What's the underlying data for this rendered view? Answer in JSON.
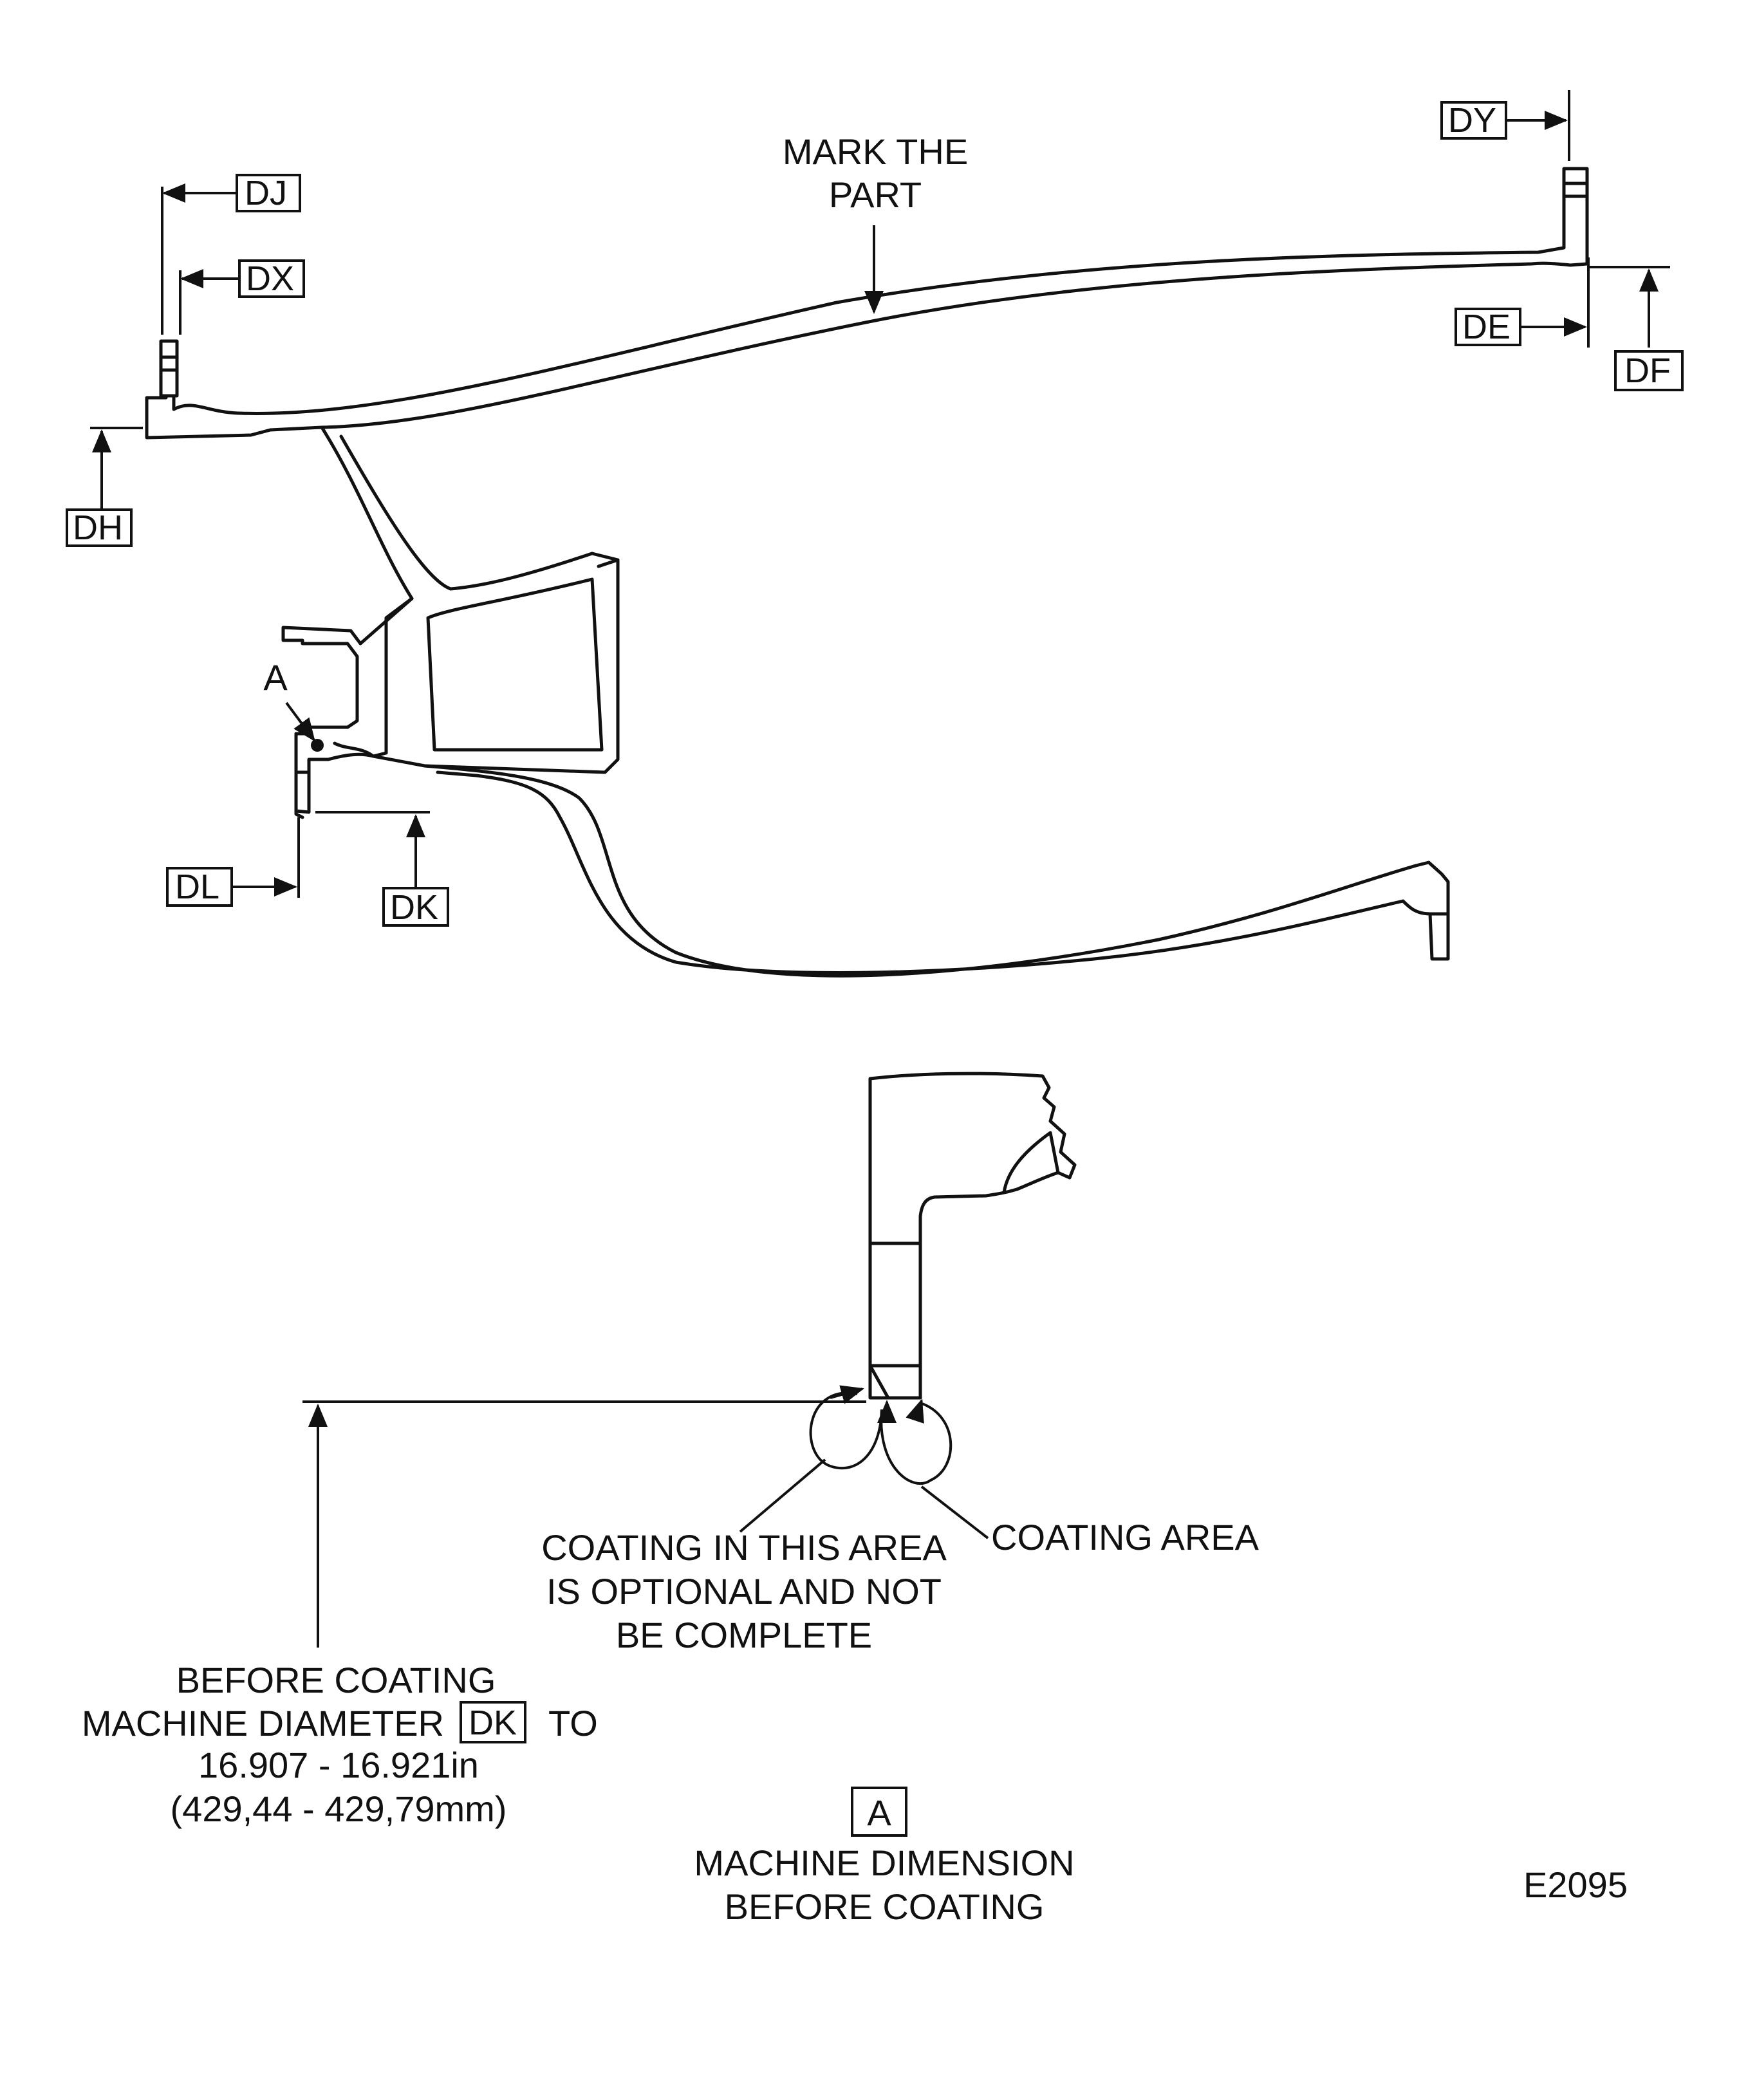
{
  "labels": {
    "mark_the_part_1": "MARK THE",
    "mark_the_part_2": "PART",
    "callout_a": "A",
    "coating_optional_1": "COATING IN THIS AREA",
    "coating_optional_2": "IS OPTIONAL AND NOT",
    "coating_optional_3": "BE COMPLETE",
    "coating_area": "COATING AREA",
    "before_coating_1": "BEFORE COATING",
    "before_coating_2_prefix": "MACHINE DIAMETER",
    "before_coating_2_suffix": "TO",
    "before_coating_3": "16.907 - 16.921in",
    "before_coating_4": "(429,44 - 429,79mm)",
    "view_a_1": "MACHINE DIMENSION",
    "view_a_2": "BEFORE COATING",
    "figure_id": "E2095"
  },
  "dimension_tags": {
    "dj": "DJ",
    "dx": "DX",
    "dh": "DH",
    "dy": "DY",
    "de": "DE",
    "df": "DF",
    "dl": "DL",
    "dk": "DK",
    "dk_text": "DK",
    "view_a": "A"
  }
}
